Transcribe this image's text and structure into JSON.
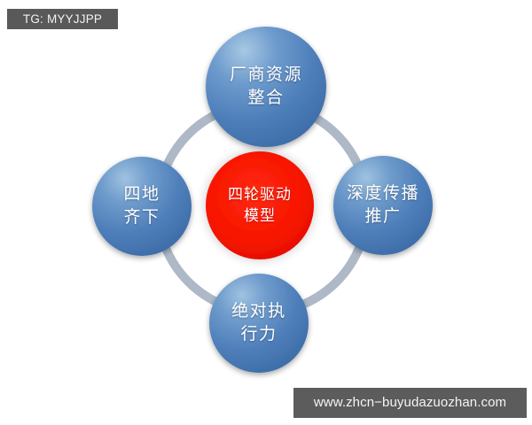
{
  "badge": {
    "text": "TG: MYYJJPP"
  },
  "watermark": {
    "text": "www.zhcn−buyudazuozhan.com"
  },
  "diagram": {
    "title": "四轮驱动模型",
    "center": {
      "label": "四轮驱动\n模型",
      "color": "#f21000"
    },
    "ring": {
      "color": "#aab4c4"
    },
    "nodes": [
      {
        "position": "top",
        "label": "厂商资源\n整合",
        "color": "#4a7ebb"
      },
      {
        "position": "right",
        "label": "深度传播\n推广",
        "color": "#4a7ebb"
      },
      {
        "position": "bottom",
        "label": "绝对执\n行力",
        "color": "#4a7ebb"
      },
      {
        "position": "left",
        "label": "四地\n齐下",
        "color": "#4a7ebb"
      }
    ]
  }
}
